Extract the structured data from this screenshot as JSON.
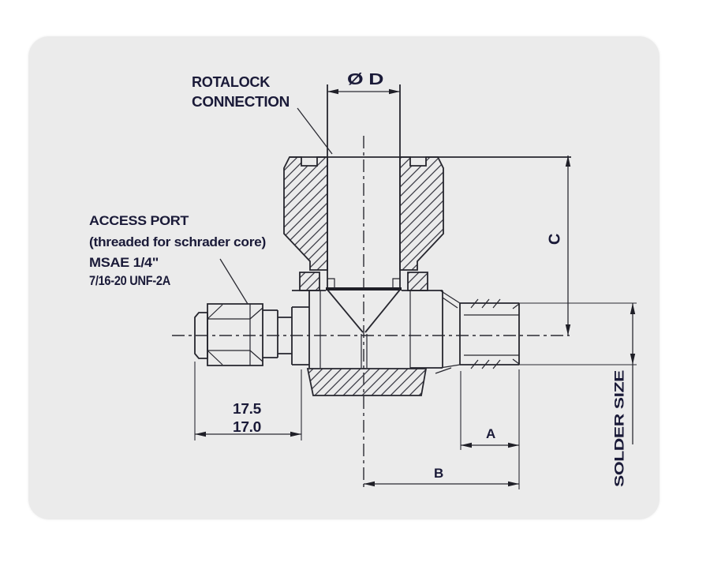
{
  "page": {
    "background": "#ffffff",
    "panel_background": "#ebebeb",
    "line_color": "#26262e",
    "label_color": "#1a1a38"
  },
  "labels": {
    "rotalock": {
      "line1": "ROTALOCK",
      "line2": "CONNECTION"
    },
    "access_port": {
      "line1": "ACCESS PORT",
      "line2": "(threaded for schrader core)",
      "line3": "MSAE 1/4\"",
      "line4": "7/16-20 UNF-2A"
    }
  },
  "dimensions": {
    "top_diameter": "Ø D",
    "access_port_length_max": "17.5",
    "access_port_length_min": "17.0",
    "solder_end_length": "A",
    "body_length": "B",
    "overall_height": "C",
    "solder_size": "SOLDER SIZE"
  }
}
